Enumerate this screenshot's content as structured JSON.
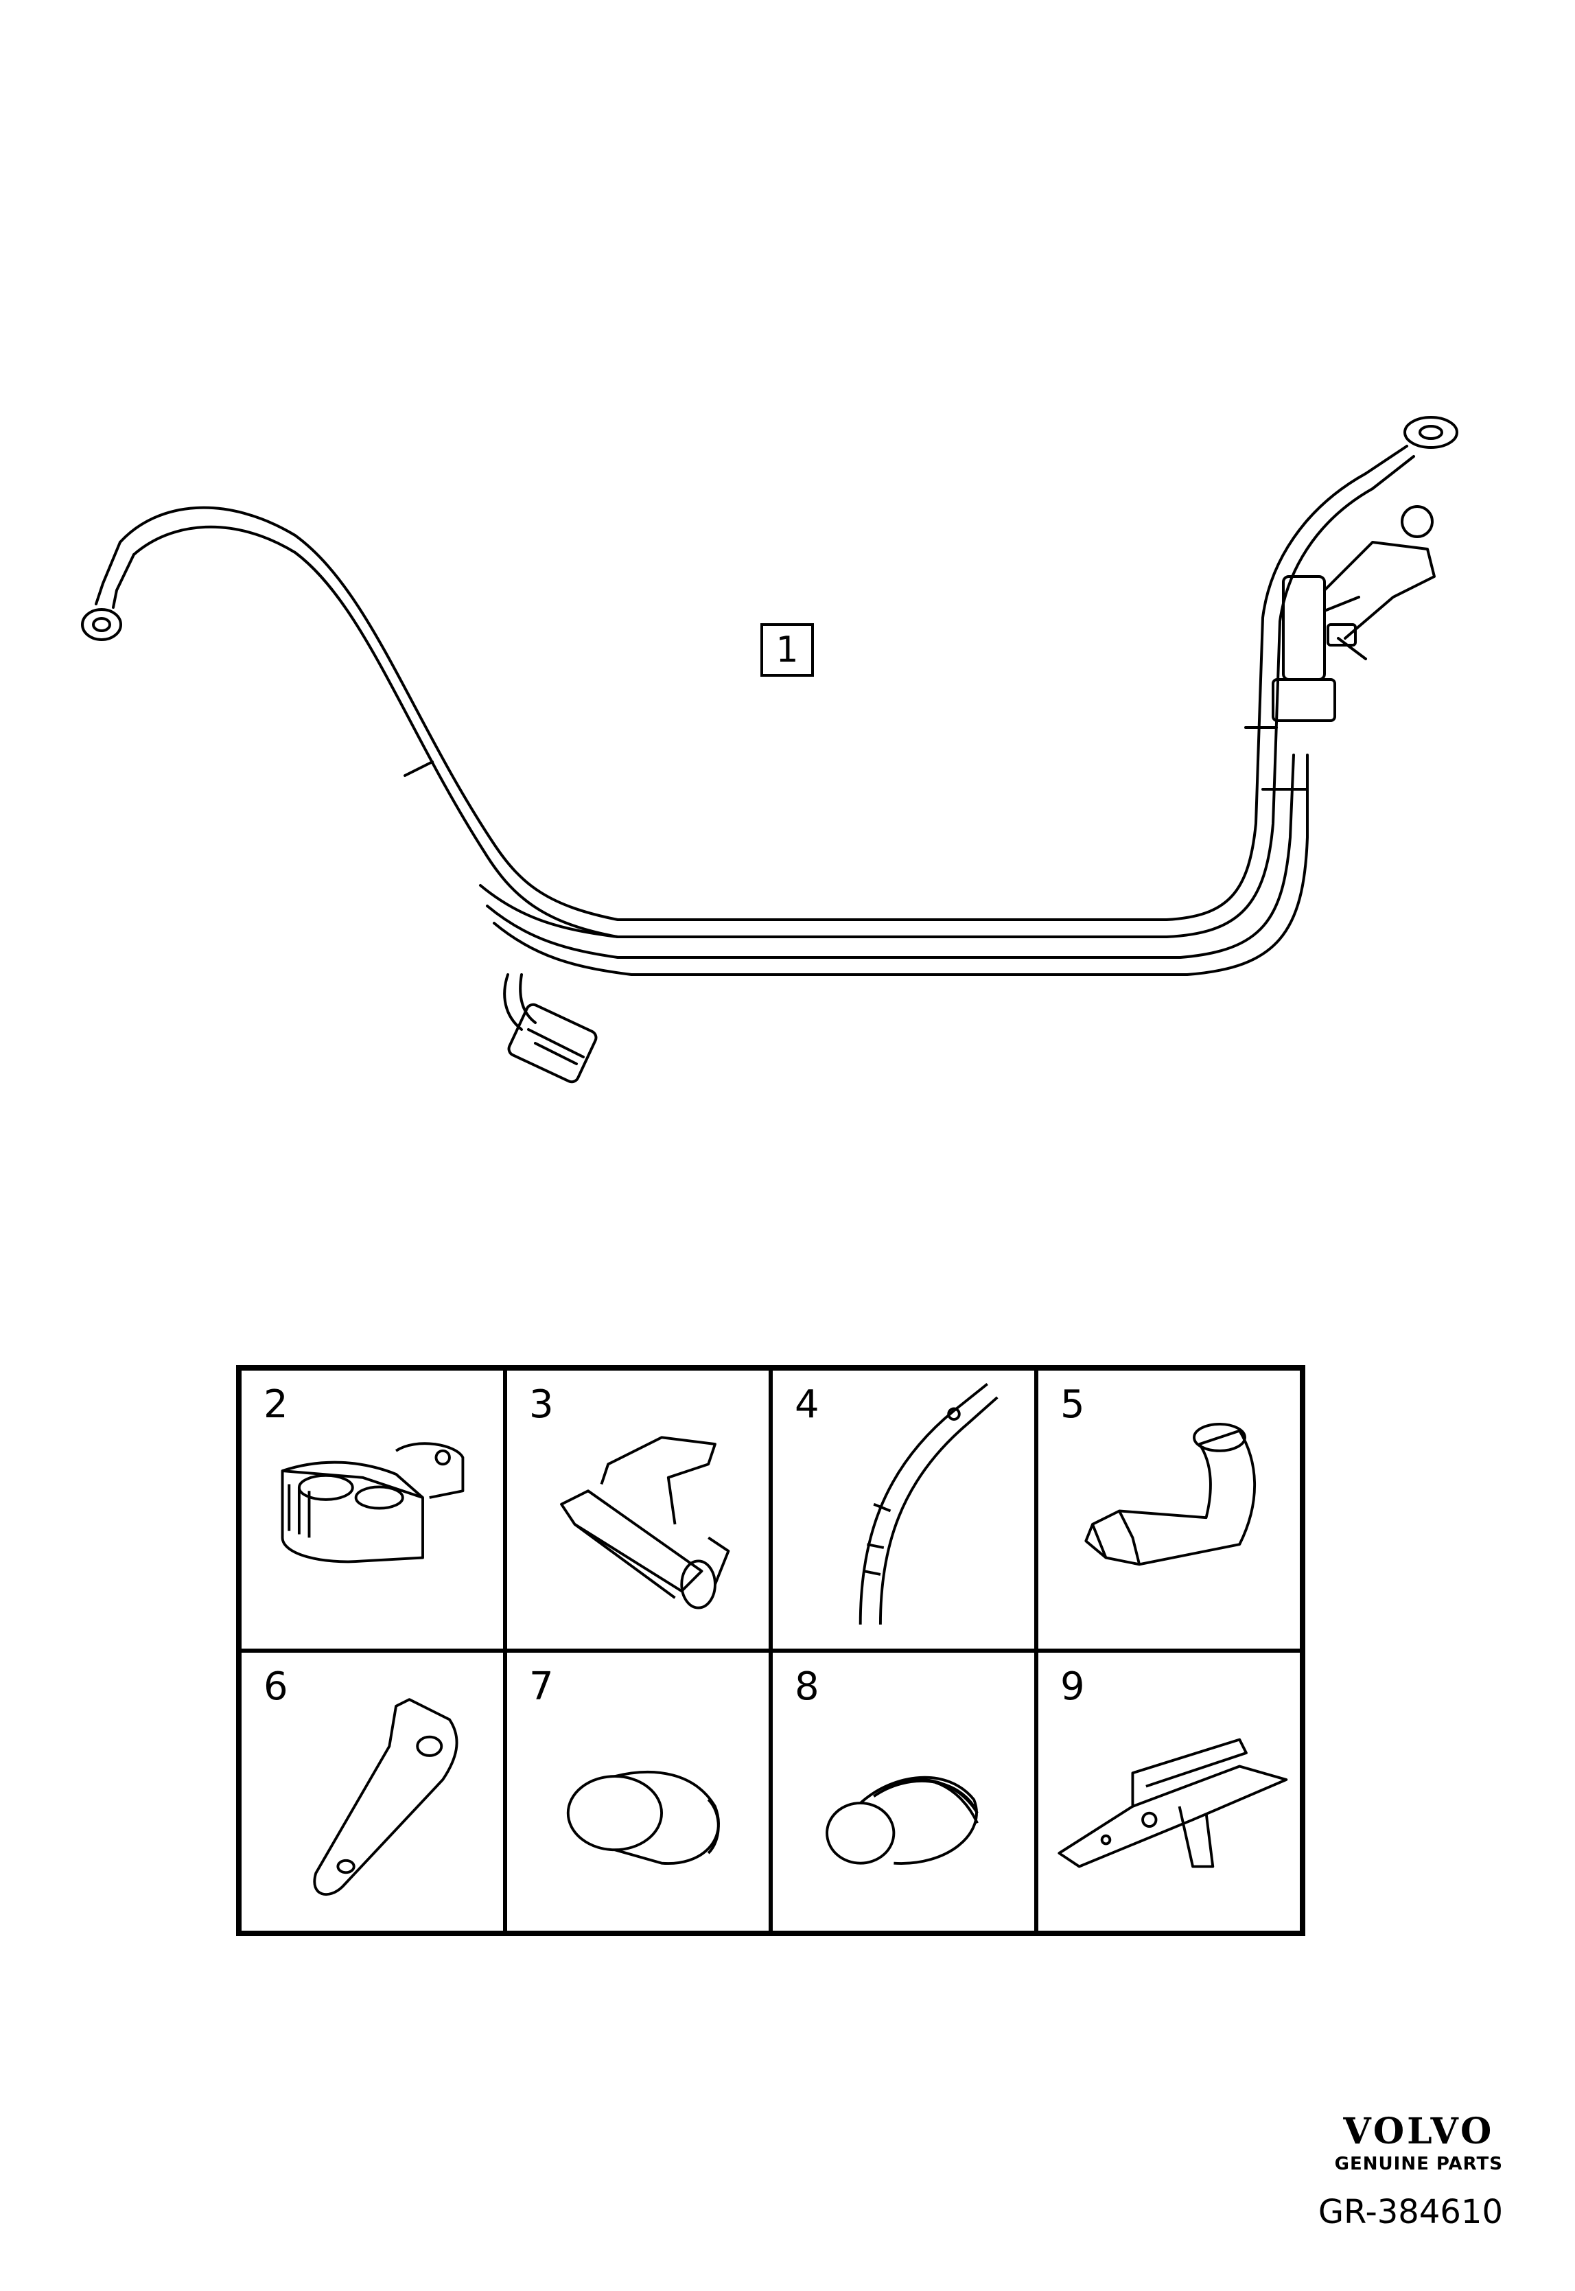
{
  "main": {
    "callout": "1"
  },
  "parts": [
    {
      "number": "2",
      "icon": "terminal-cover-icon"
    },
    {
      "number": "3",
      "icon": "cable-clip-icon"
    },
    {
      "number": "4",
      "icon": "cable-guide-icon"
    },
    {
      "number": "5",
      "icon": "elbow-grommet-icon"
    },
    {
      "number": "6",
      "icon": "bracket-plate-icon"
    },
    {
      "number": "7",
      "icon": "rubber-plug-icon"
    },
    {
      "number": "8",
      "icon": "ribbed-grommet-icon"
    },
    {
      "number": "9",
      "icon": "mounting-clip-icon"
    }
  ],
  "brand": {
    "name": "VOLVO",
    "tagline": "GENUINE PARTS"
  },
  "reference": "GR-384610"
}
